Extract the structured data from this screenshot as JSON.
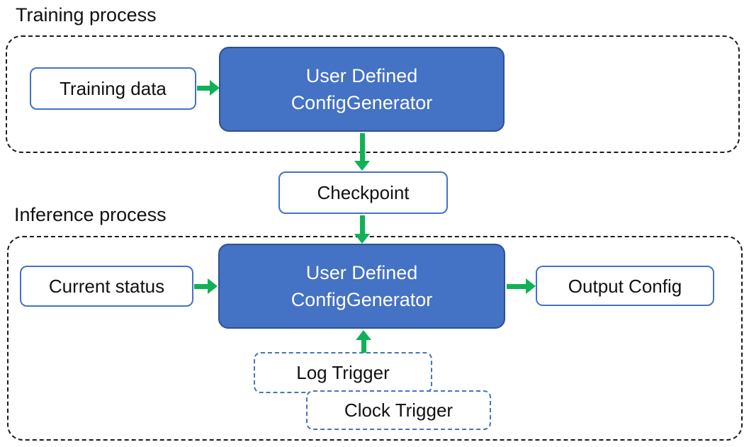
{
  "colors": {
    "accent-blue": "#4472C4",
    "accent-blue-dark": "#2F528F",
    "arrow-green": "#10B157",
    "dash-black": "#1a1a1a",
    "text-dark": "#111111",
    "text-light": "#ffffff"
  },
  "training": {
    "section_label": "Training process",
    "training_data": "Training data",
    "generator_line1": "User Defined",
    "generator_line2": "ConfigGenerator"
  },
  "checkpoint_label": "Checkpoint",
  "inference": {
    "section_label": "Inference process",
    "current_status": "Current status",
    "generator_line1": "User Defined",
    "generator_line2": "ConfigGenerator",
    "output_config": "Output Config",
    "log_trigger": "Log Trigger",
    "clock_trigger": "Clock Trigger"
  }
}
